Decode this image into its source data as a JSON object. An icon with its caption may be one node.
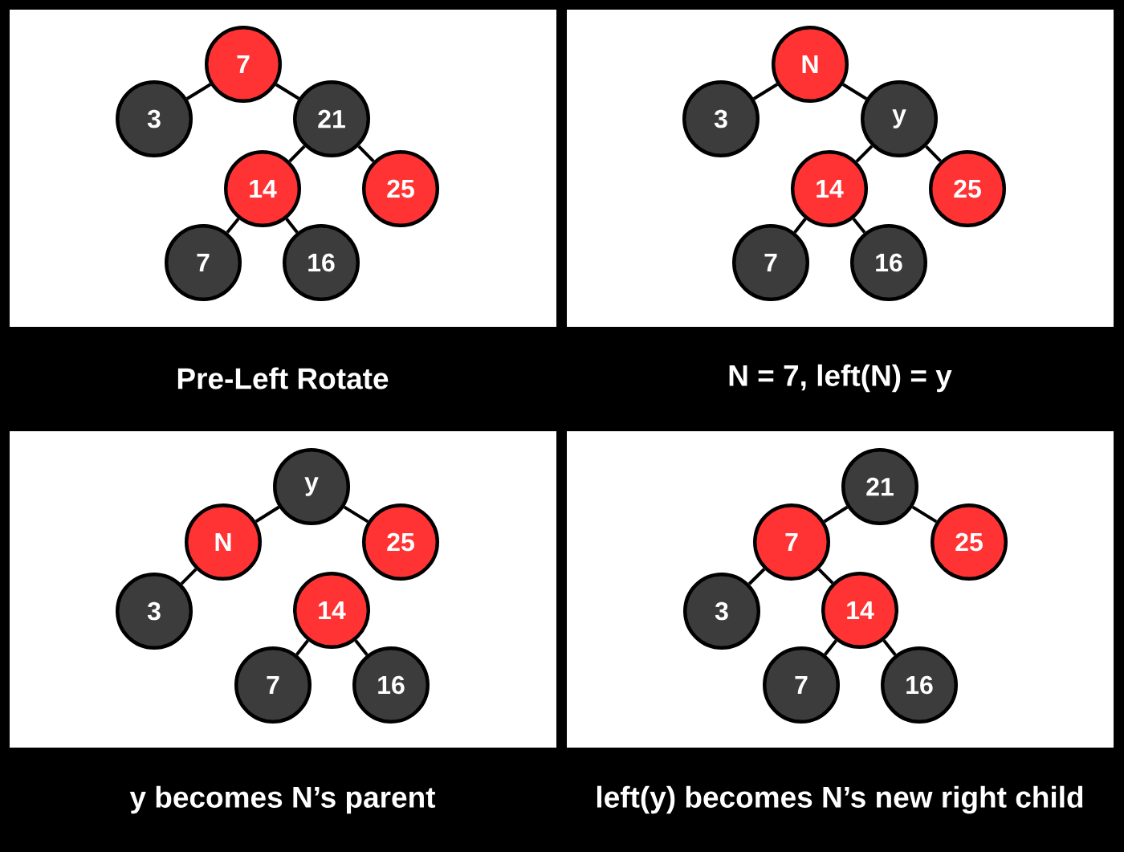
{
  "diagram": {
    "nodes": [
      {
        "text": [],
        "shape": "box"
      },
      {
        "text": [
          "7"
        ],
        "in": 0
      },
      {
        "text": [
          "3"
        ],
        "in": 0
      },
      {
        "text": [
          "21"
        ],
        "in": 0
      },
      {
        "text": [
          "14"
        ],
        "in": 0
      },
      {
        "text": [
          "25"
        ],
        "in": 0
      },
      {
        "text": [
          "7"
        ],
        "in": 0
      },
      {
        "text": [
          "16"
        ],
        "in": 0
      },
      {
        "text": [],
        "shape": "box"
      },
      {
        "text": [
          "N"
        ],
        "in": 8
      },
      {
        "text": [
          "3"
        ],
        "in": 8
      },
      {
        "text": [
          "y"
        ],
        "in": 8
      },
      {
        "text": [
          "14"
        ],
        "in": 8
      },
      {
        "text": [
          "25"
        ],
        "in": 8
      },
      {
        "text": [
          "7"
        ],
        "in": 8
      },
      {
        "text": [
          "16"
        ],
        "in": 8
      },
      {
        "text": [],
        "shape": "box"
      },
      {
        "text": [
          "y"
        ],
        "in": 16
      },
      {
        "text": [
          "N"
        ],
        "in": 16
      },
      {
        "text": [
          "25"
        ],
        "in": 16
      },
      {
        "text": [
          "3"
        ],
        "in": 16
      },
      {
        "text": [
          "14"
        ],
        "in": 16
      },
      {
        "text": [
          "7"
        ],
        "in": 16
      },
      {
        "text": [
          "16"
        ],
        "in": 16
      },
      {
        "text": [],
        "shape": "box"
      },
      {
        "text": [
          "21"
        ],
        "in": 24
      },
      {
        "text": [
          "7"
        ],
        "in": 24
      },
      {
        "text": [
          "25"
        ],
        "in": 24
      },
      {
        "text": [
          "3"
        ],
        "in": 24
      },
      {
        "text": [
          "14"
        ],
        "in": 24
      },
      {
        "text": [
          "7"
        ],
        "in": 24
      },
      {
        "text": [
          "16"
        ],
        "in": 24
      }
    ],
    "edges": [
      {
        "from": 1,
        "to": 2,
        "arrow": "none"
      },
      {
        "from": 1,
        "to": 3,
        "arrow": "none"
      },
      {
        "from": 3,
        "to": 4,
        "arrow": "none"
      },
      {
        "from": 3,
        "to": 5,
        "arrow": "none"
      },
      {
        "from": 4,
        "to": 6,
        "arrow": "none"
      },
      {
        "from": 4,
        "to": 7,
        "arrow": "none"
      },
      {
        "from": 9,
        "to": 10,
        "arrow": "none"
      },
      {
        "from": 9,
        "to": 11,
        "arrow": "none"
      },
      {
        "from": 11,
        "to": 12,
        "arrow": "none"
      },
      {
        "from": 11,
        "to": 13,
        "arrow": "none"
      },
      {
        "from": 12,
        "to": 14,
        "arrow": "none"
      },
      {
        "from": 12,
        "to": 15,
        "arrow": "none"
      },
      {
        "from": 17,
        "to": 18,
        "arrow": "none"
      },
      {
        "from": 17,
        "to": 19,
        "arrow": "none"
      },
      {
        "from": 18,
        "to": 20,
        "arrow": "none"
      },
      {
        "from": 21,
        "to": 22,
        "arrow": "none"
      },
      {
        "from": 21,
        "to": 23,
        "arrow": "none"
      },
      {
        "from": 25,
        "to": 26,
        "arrow": "none"
      },
      {
        "from": 25,
        "to": 27,
        "arrow": "none"
      },
      {
        "from": 26,
        "to": 28,
        "arrow": "none"
      },
      {
        "from": 26,
        "to": 29,
        "arrow": "none"
      },
      {
        "from": 29,
        "to": 30,
        "arrow": "none"
      },
      {
        "from": 29,
        "to": 31,
        "arrow": "none"
      }
    ],
    "labels": [
      "Pre-Left Rotate",
      "N = 7, left(N) = y",
      "y becomes N’s parent",
      "left(y) becomes N’s new right child"
    ]
  }
}
